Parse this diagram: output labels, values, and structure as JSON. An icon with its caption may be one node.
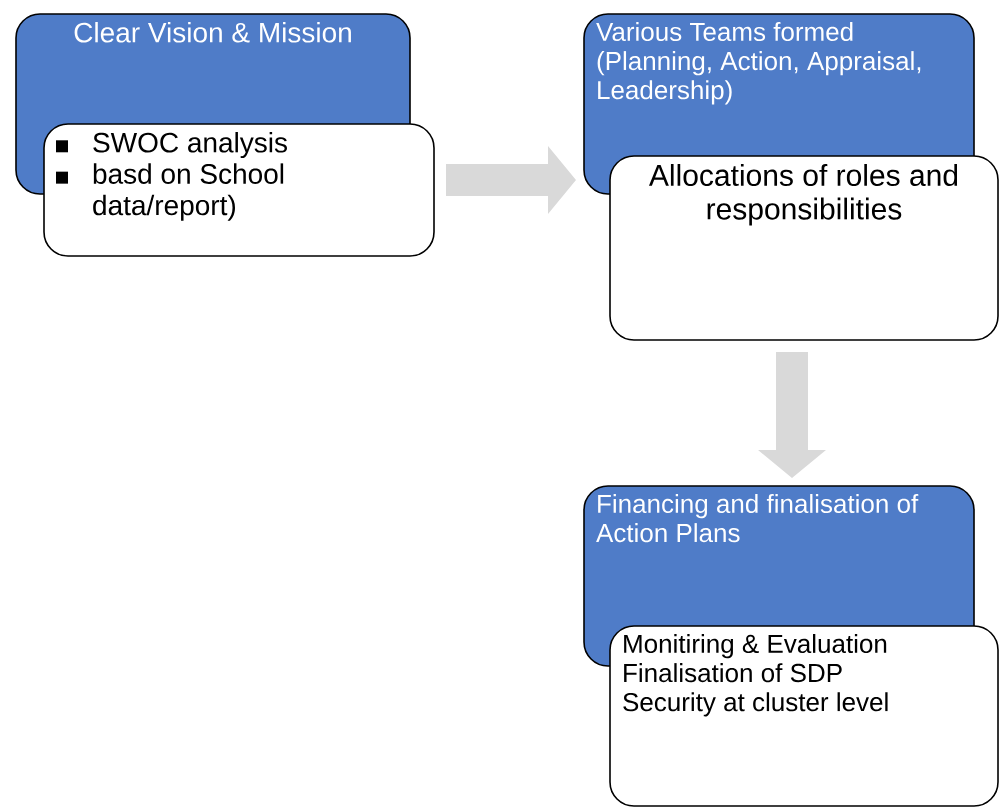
{
  "diagram": {
    "nodes": [
      {
        "text": [
          "Clear Vision & Mission"
        ]
      },
      {
        "text": [
          "SWOC analysis",
          "basd on School data/report)"
        ]
      },
      {
        "text": [
          "Various Teams formed (Planning, Action, Appraisal, Leadership)"
        ]
      },
      {
        "text": [
          "Allocations of roles and responsibilities"
        ]
      },
      {
        "text": [
          "Financing and finalisation of Action Plans"
        ]
      },
      {
        "text": [
          "Monitiring & Evaluation",
          "Finalisation of SDP",
          "Security at cluster level"
        ]
      }
    ],
    "edges": [
      {
        "from": 1,
        "to": 2,
        "arrow": "to",
        "style": "thick",
        "color": "#d9d9d9"
      },
      {
        "from": 3,
        "to": 4,
        "arrow": "to",
        "style": "thick",
        "color": "#d9d9d9"
      }
    ]
  }
}
